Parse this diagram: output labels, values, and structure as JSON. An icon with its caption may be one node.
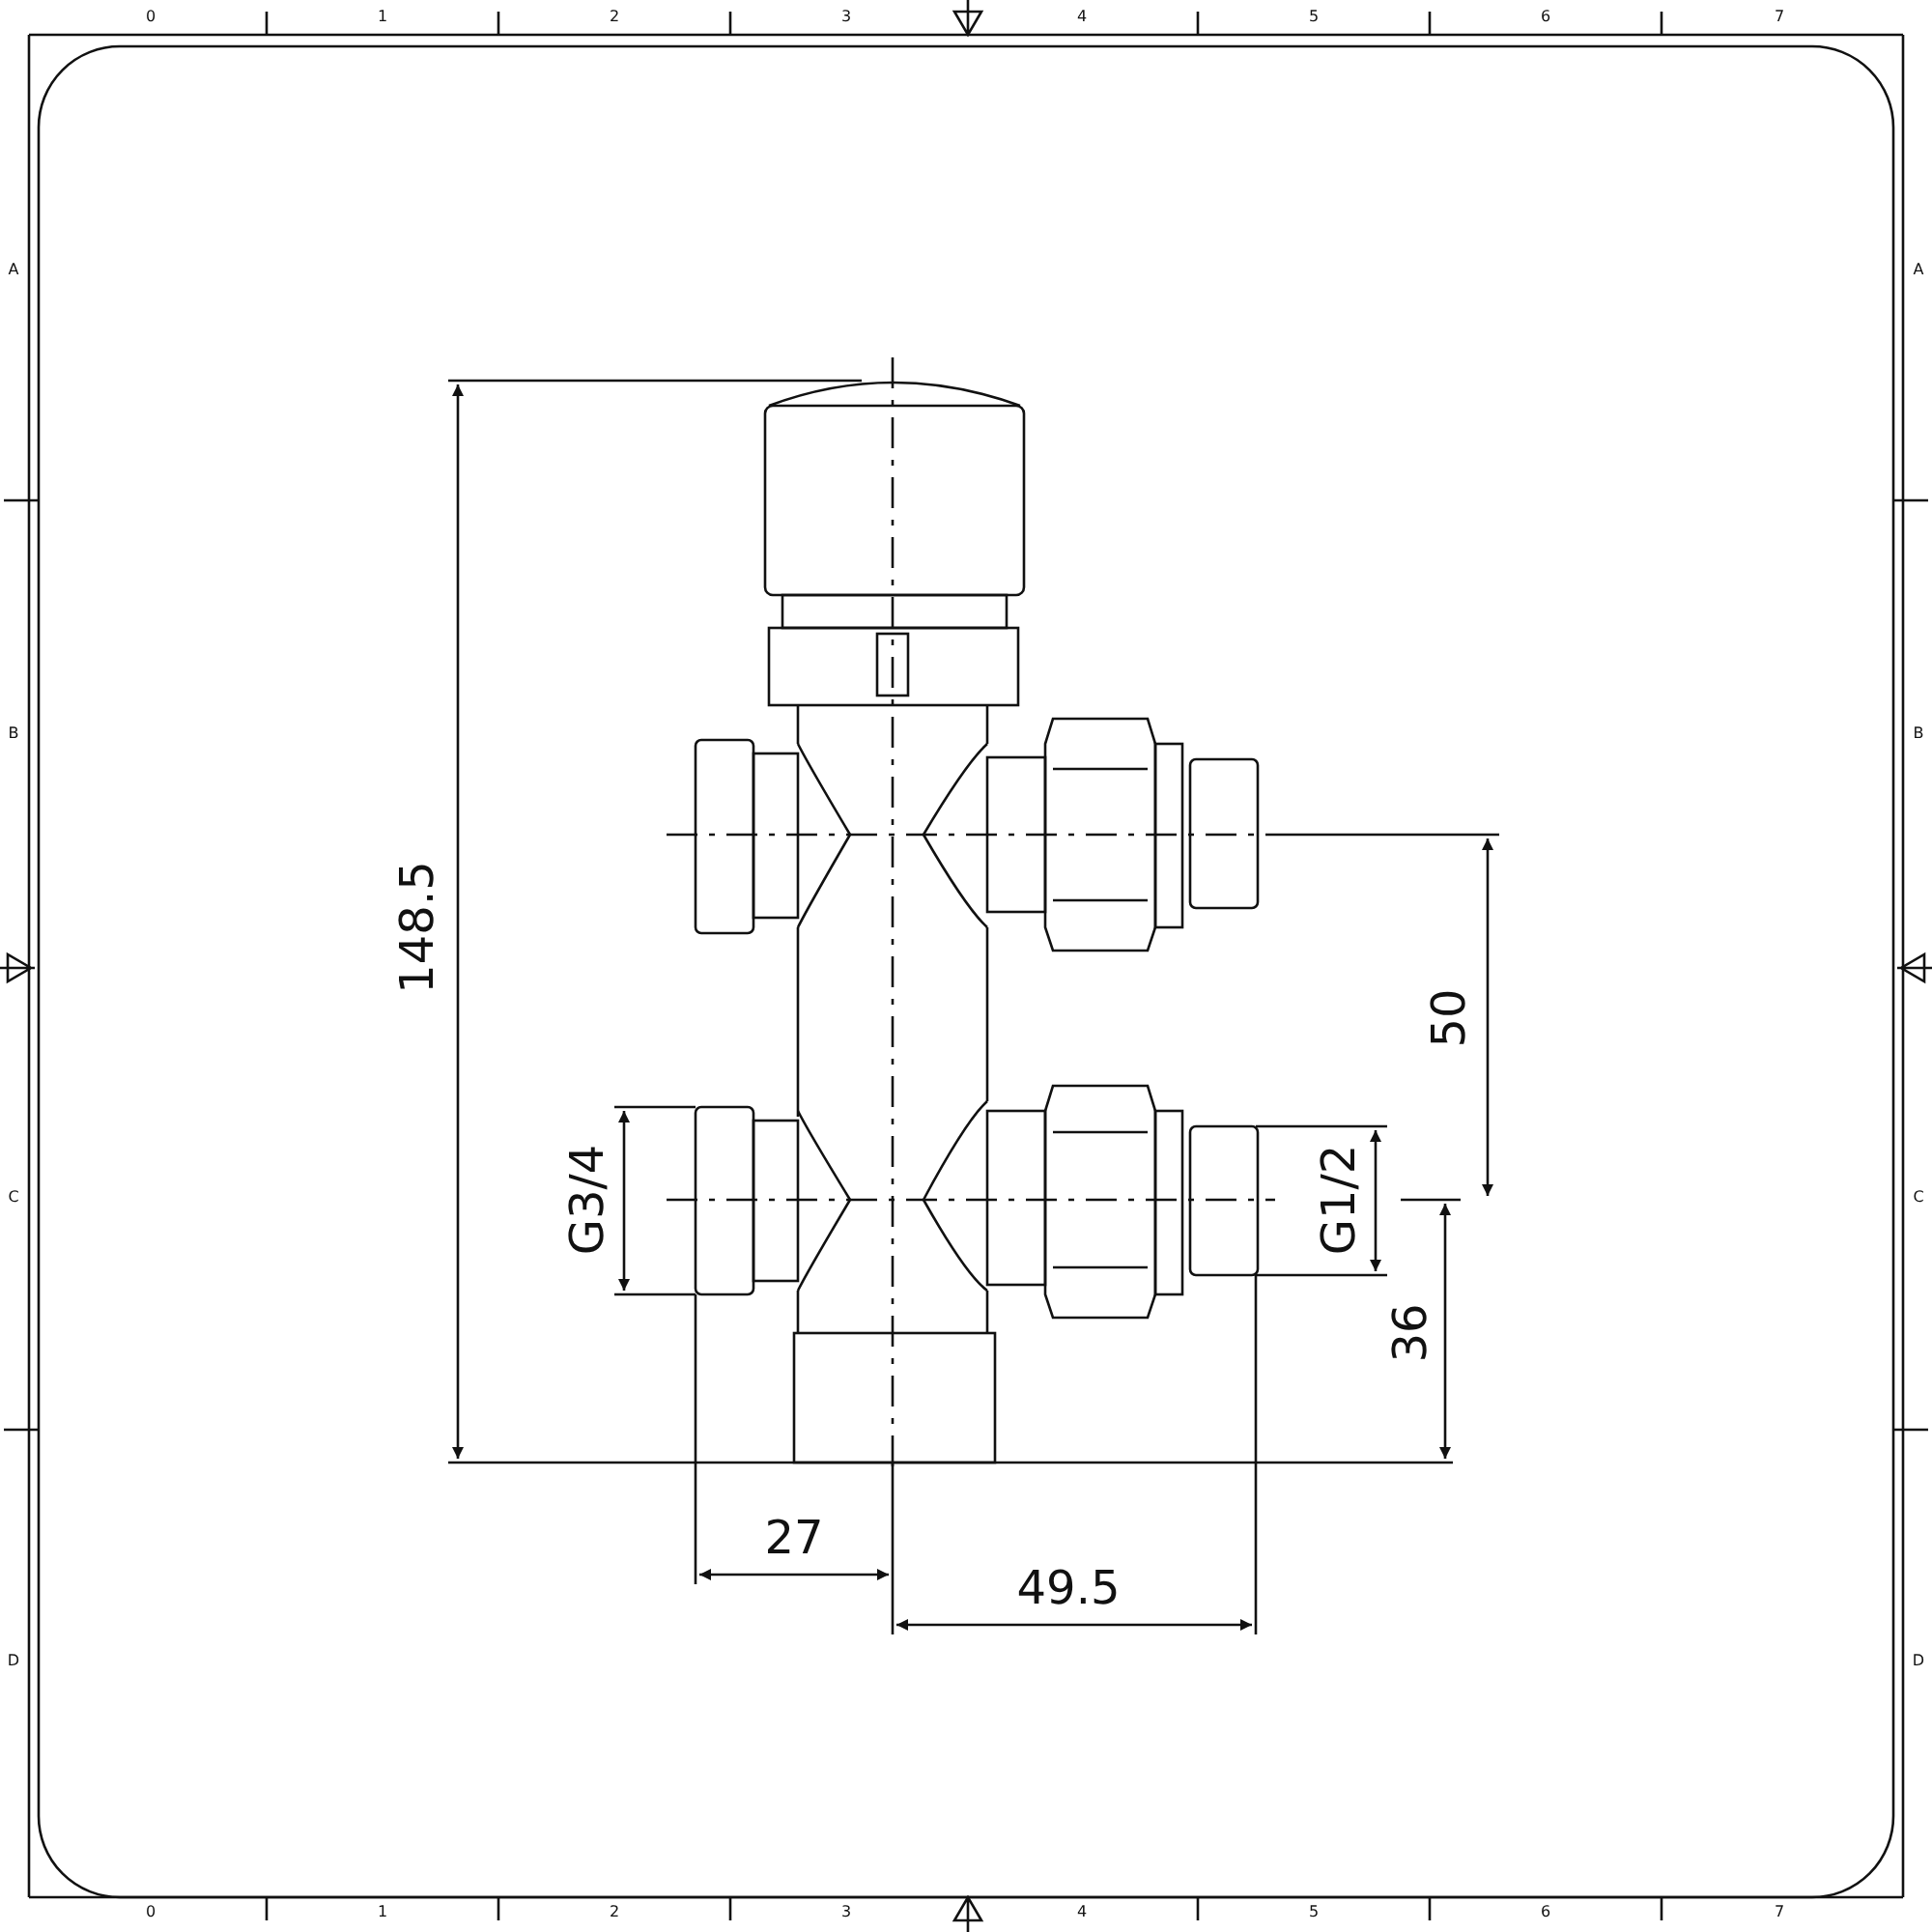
{
  "diagram": {
    "labels": [
      "0",
      "1",
      "2",
      "3",
      "4",
      "5",
      "6",
      "7",
      "A",
      "A",
      "B",
      "B",
      "148.5",
      "50",
      "C",
      "C",
      "G3/4",
      "G1/2",
      "36",
      "27",
      "49.5",
      "D",
      "D",
      "0",
      "1",
      "2",
      "3",
      "4",
      "5",
      "6",
      "7"
    ]
  }
}
